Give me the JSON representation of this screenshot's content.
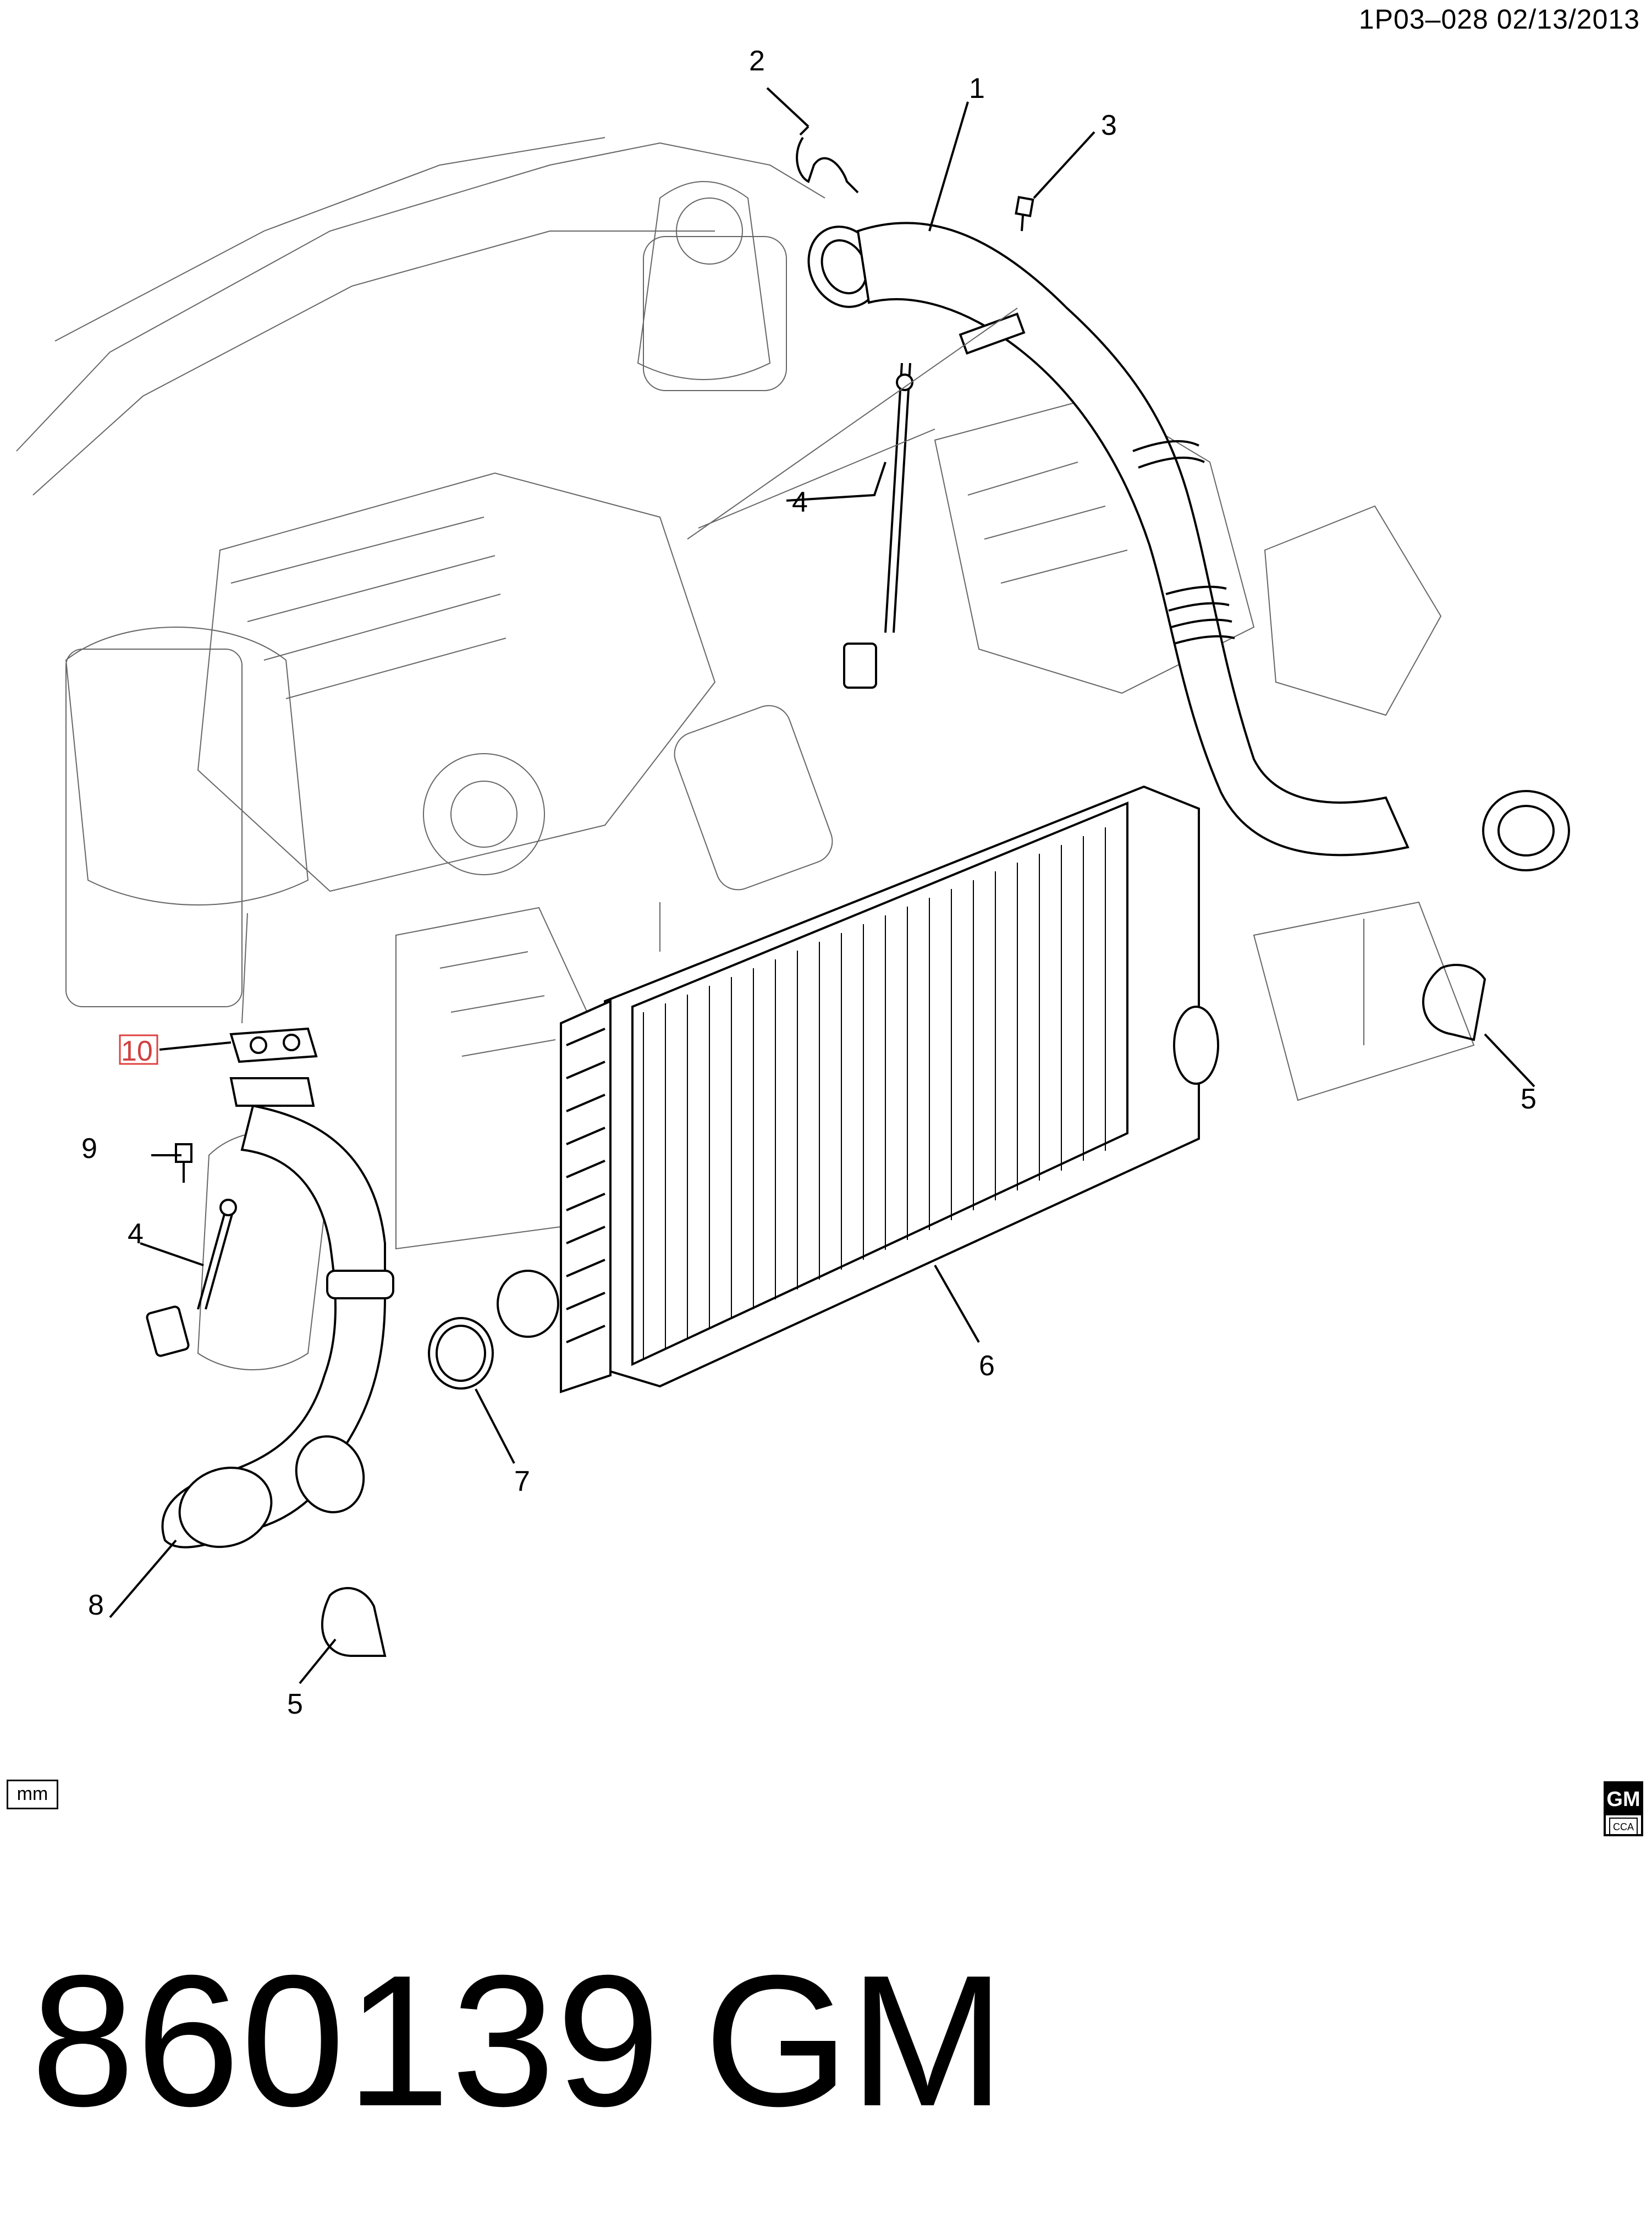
{
  "header": {
    "code": "1P03–028  02/13/2013"
  },
  "callouts": {
    "c1": "1",
    "c2": "2",
    "c3": "3",
    "c4a": "4",
    "c4b": "4",
    "c5a": "5",
    "c5b": "5",
    "c6": "6",
    "c7": "7",
    "c8": "8",
    "c9": "9",
    "c10": "10"
  },
  "footer": {
    "unit": "mm",
    "logo_top": "GM",
    "logo_bottom": "CCA",
    "part_number": "860139",
    "brand": "GM"
  },
  "colors": {
    "highlight": "#e04040",
    "ink": "#000000"
  }
}
